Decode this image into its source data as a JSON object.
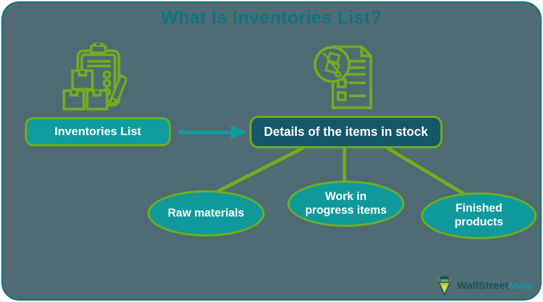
{
  "title": "What Is Inventories List?",
  "colors": {
    "page_background": "#ffffff",
    "panel_background": "#506b73",
    "panel_border": "#0b7482",
    "title_text": "#0b7482",
    "accent_green": "#6fae1f",
    "teal_fill": "#0f9d9d",
    "ellipse_fill": "#119a9c",
    "target_box_fill": "#15586a",
    "node_text": "#ffffff",
    "arrow_teal": "#0f9d9d",
    "logo_dark": "#17535e",
    "logo_teal": "#0f98a9"
  },
  "diagram": {
    "source": {
      "label": "Inventories List"
    },
    "target": {
      "label": "Details of the items in stock"
    },
    "children": [
      {
        "label": "Raw materials"
      },
      {
        "label": "Work in progress items"
      },
      {
        "label": "Finished products"
      }
    ]
  },
  "icons": {
    "left": "inventory-checklist-clipboard-with-boxes",
    "right": "stock-document-with-hand-truck"
  },
  "logo": {
    "brand_first": "WallStreet",
    "brand_second": "Mojo"
  }
}
